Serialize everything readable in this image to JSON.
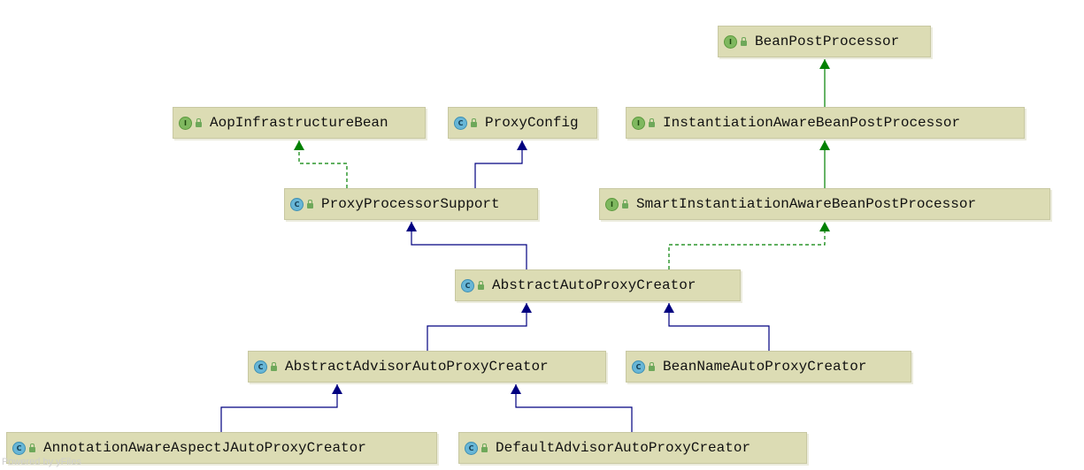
{
  "diagram": {
    "watermark": "Powered by yFiles",
    "nodes": [
      {
        "id": "BeanPostProcessor",
        "label": "BeanPostProcessor",
        "kind": "interface",
        "badge_letter": "I",
        "icon": "interface-icon"
      },
      {
        "id": "AopInfrastructureBean",
        "label": "AopInfrastructureBean",
        "kind": "interface",
        "badge_letter": "I",
        "icon": "interface-icon"
      },
      {
        "id": "ProxyConfig",
        "label": "ProxyConfig",
        "kind": "class",
        "badge_letter": "C",
        "icon": "class-icon"
      },
      {
        "id": "InstantiationAwareBeanPostProcessor",
        "label": "InstantiationAwareBeanPostProcessor",
        "kind": "interface",
        "badge_letter": "I",
        "icon": "interface-icon"
      },
      {
        "id": "ProxyProcessorSupport",
        "label": "ProxyProcessorSupport",
        "kind": "class",
        "badge_letter": "C",
        "icon": "class-icon"
      },
      {
        "id": "SmartInstantiationAwareBeanPostProcessor",
        "label": "SmartInstantiationAwareBeanPostProcessor",
        "kind": "interface",
        "badge_letter": "I",
        "icon": "interface-icon"
      },
      {
        "id": "AbstractAutoProxyCreator",
        "label": "AbstractAutoProxyCreator",
        "kind": "abstract-class",
        "badge_letter": "C",
        "icon": "abstract-class-icon"
      },
      {
        "id": "AbstractAdvisorAutoProxyCreator",
        "label": "AbstractAdvisorAutoProxyCreator",
        "kind": "abstract-class",
        "badge_letter": "C",
        "icon": "abstract-class-icon"
      },
      {
        "id": "BeanNameAutoProxyCreator",
        "label": "BeanNameAutoProxyCreator",
        "kind": "class",
        "badge_letter": "C",
        "icon": "class-icon"
      },
      {
        "id": "AnnotationAwareAspectJAutoProxyCreator",
        "label": "AnnotationAwareAspectJAutoProxyCreator",
        "kind": "class",
        "badge_letter": "C",
        "icon": "class-icon"
      },
      {
        "id": "DefaultAdvisorAutoProxyCreator",
        "label": "DefaultAdvisorAutoProxyCreator",
        "kind": "class",
        "badge_letter": "C",
        "icon": "class-icon"
      }
    ],
    "edges": [
      {
        "from": "InstantiationAwareBeanPostProcessor",
        "to": "BeanPostProcessor",
        "relation": "interface-extends"
      },
      {
        "from": "SmartInstantiationAwareBeanPostProcessor",
        "to": "InstantiationAwareBeanPostProcessor",
        "relation": "interface-extends"
      },
      {
        "from": "ProxyProcessorSupport",
        "to": "AopInfrastructureBean",
        "relation": "implements"
      },
      {
        "from": "ProxyProcessorSupport",
        "to": "ProxyConfig",
        "relation": "extends"
      },
      {
        "from": "AbstractAutoProxyCreator",
        "to": "ProxyProcessorSupport",
        "relation": "extends"
      },
      {
        "from": "AbstractAutoProxyCreator",
        "to": "SmartInstantiationAwareBeanPostProcessor",
        "relation": "implements"
      },
      {
        "from": "AbstractAdvisorAutoProxyCreator",
        "to": "AbstractAutoProxyCreator",
        "relation": "extends"
      },
      {
        "from": "BeanNameAutoProxyCreator",
        "to": "AbstractAutoProxyCreator",
        "relation": "extends"
      },
      {
        "from": "AnnotationAwareAspectJAutoProxyCreator",
        "to": "AbstractAdvisorAutoProxyCreator",
        "relation": "extends"
      },
      {
        "from": "DefaultAdvisorAutoProxyCreator",
        "to": "AbstractAdvisorAutoProxyCreator",
        "relation": "extends"
      }
    ],
    "colors": {
      "extends": "#000080",
      "implements": "#008000",
      "interface-extends": "#008000",
      "node_fill": "#dcdcb4"
    }
  }
}
